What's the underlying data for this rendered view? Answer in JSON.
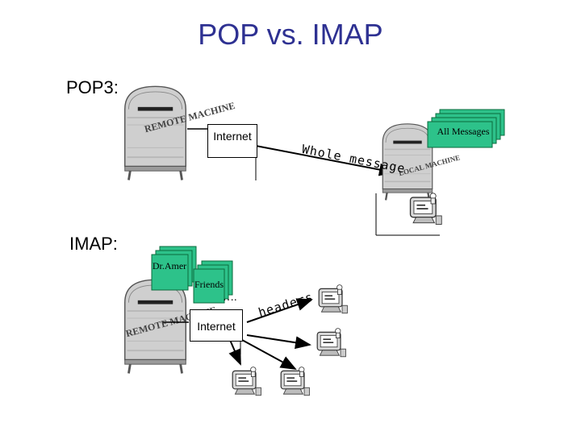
{
  "title": "POP vs. IMAP",
  "pop3": {
    "label": "POP3:",
    "server_text": "REMOTE MACHINE",
    "internet_label": "Internet",
    "transfer_label": "Whole message",
    "client_box_text": "LOCAL MACHINE",
    "folder_label": "All Messages"
  },
  "imap": {
    "label": "IMAP:",
    "server_text": "REMOTE MACHINE",
    "folders": [
      "Dr.Amer",
      "Friends"
    ],
    "ellipsis": "….",
    "internet_label": "Internet",
    "transfer_label": "headers"
  },
  "colors": {
    "title": "#2e3192",
    "folder_fill": "#2dc28a",
    "folder_stroke": "#0a6b3c",
    "arrow": "#000000"
  },
  "icons": {
    "remote_server": "mailbox-icon",
    "local_machine": "mailbox-icon",
    "computer": "computer-icon",
    "folder": "folder-stack-icon"
  }
}
